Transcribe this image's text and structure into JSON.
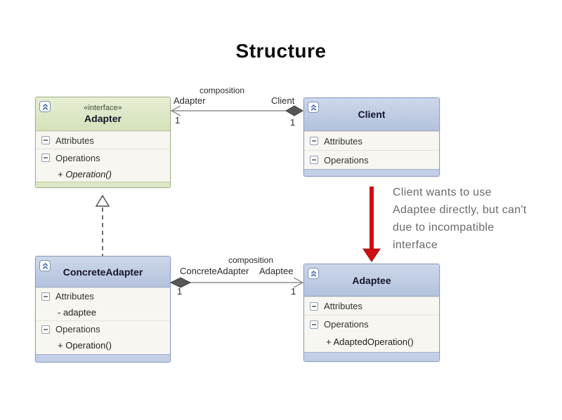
{
  "title": "Structure",
  "classes": {
    "adapter": {
      "stereotype": "«interface»",
      "name": "Adapter",
      "attributes_label": "Attributes",
      "operations_label": "Operations",
      "operation": "+ Operation()"
    },
    "client": {
      "name": "Client",
      "attributes_label": "Attributes",
      "operations_label": "Operations"
    },
    "concrete_adapter": {
      "name": "ConcreteAdapter",
      "attributes_label": "Attributes",
      "attribute": "- adaptee",
      "operations_label": "Operations",
      "operation": "+ Operation()"
    },
    "adaptee": {
      "name": "Adaptee",
      "attributes_label": "Attributes",
      "operations_label": "Operations",
      "operation": "+ AdaptedOperation()"
    }
  },
  "connectors": {
    "top": {
      "label": "composition",
      "role1": "Adapter",
      "role2": "Client",
      "mult1": "1",
      "mult2": "1"
    },
    "bottom": {
      "label": "composition",
      "role1": "ConcreteAdapter",
      "role2": "Adaptee",
      "mult1": "1",
      "mult2": "1"
    }
  },
  "note": {
    "line1": "Client wants to use",
    "line2": "Adaptee directly, but can't",
    "line3": "due to incompatible",
    "line4": "interface"
  },
  "icons": {
    "header_collapse": "chevron-double-up",
    "section_collapse": "minus-box"
  },
  "colors": {
    "interface_header": "#dce7c6",
    "class_header": "#bac7e1",
    "box_body": "#f7f6f0",
    "box_border_blue": "#8fa0bf",
    "box_border_green": "#a9b68a",
    "connector_line": "#8f8f8f",
    "diamond_fill": "#565656",
    "red_arrow": "#cf1010",
    "note_text": "#6a6a6a"
  }
}
